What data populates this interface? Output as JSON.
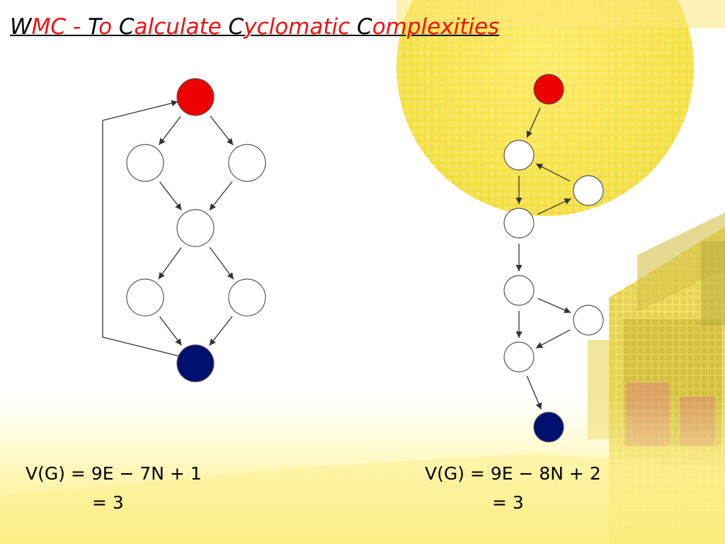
{
  "title": {
    "segments": [
      {
        "text": "W",
        "color": "black"
      },
      {
        "text": "MC - ",
        "color": "red"
      },
      {
        "text": "T",
        "color": "black"
      },
      {
        "text": "o ",
        "color": "red"
      },
      {
        "text": "C",
        "color": "black"
      },
      {
        "text": "alculate ",
        "color": "red"
      },
      {
        "text": "C",
        "color": "black"
      },
      {
        "text": "yclomatic ",
        "color": "red"
      },
      {
        "text": "C",
        "color": "black"
      },
      {
        "text": "omplexities",
        "color": "red"
      }
    ]
  },
  "colors": {
    "title_black": "#000000",
    "title_red": "#ee1111",
    "entry_node": "#ee0000",
    "exit_node": "#00106e",
    "plain_node": "#ffffff",
    "edge": "#333333",
    "background_accent": "#f7e63a"
  },
  "diagram": {
    "left_graph": {
      "nodes": [
        {
          "id": "L1",
          "role": "entry"
        },
        {
          "id": "L2",
          "role": "plain"
        },
        {
          "id": "L3",
          "role": "plain"
        },
        {
          "id": "L4",
          "role": "plain"
        },
        {
          "id": "L5",
          "role": "plain"
        },
        {
          "id": "L6",
          "role": "plain"
        },
        {
          "id": "L7",
          "role": "exit"
        }
      ],
      "edges": [
        {
          "from": "L1",
          "to": "L2"
        },
        {
          "from": "L1",
          "to": "L3"
        },
        {
          "from": "L2",
          "to": "L4"
        },
        {
          "from": "L3",
          "to": "L4"
        },
        {
          "from": "L4",
          "to": "L5"
        },
        {
          "from": "L4",
          "to": "L6"
        },
        {
          "from": "L5",
          "to": "L7"
        },
        {
          "from": "L6",
          "to": "L7"
        },
        {
          "from": "L7",
          "to": "L1",
          "kind": "loop-back"
        }
      ]
    },
    "right_graph": {
      "nodes": [
        {
          "id": "R1",
          "role": "entry"
        },
        {
          "id": "R2",
          "role": "plain"
        },
        {
          "id": "R3",
          "role": "plain"
        },
        {
          "id": "R4",
          "role": "plain"
        },
        {
          "id": "R5",
          "role": "plain"
        },
        {
          "id": "R6",
          "role": "plain"
        },
        {
          "id": "R7",
          "role": "plain"
        },
        {
          "id": "R8",
          "role": "exit"
        }
      ],
      "edges": [
        {
          "from": "R1",
          "to": "R2"
        },
        {
          "from": "R2",
          "to": "R4"
        },
        {
          "from": "R3",
          "to": "R2"
        },
        {
          "from": "R4",
          "to": "R3"
        },
        {
          "from": "R4",
          "to": "R5"
        },
        {
          "from": "R5",
          "to": "R6"
        },
        {
          "from": "R5",
          "to": "R7"
        },
        {
          "from": "R6",
          "to": "R7"
        },
        {
          "from": "R7",
          "to": "R8"
        }
      ]
    }
  },
  "formulas": {
    "left": {
      "line1": "V(G) = 9E − 7N + 1",
      "line2": "= 3"
    },
    "right": {
      "line1": "V(G) = 9E − 8N + 2",
      "line2": "= 3"
    }
  }
}
